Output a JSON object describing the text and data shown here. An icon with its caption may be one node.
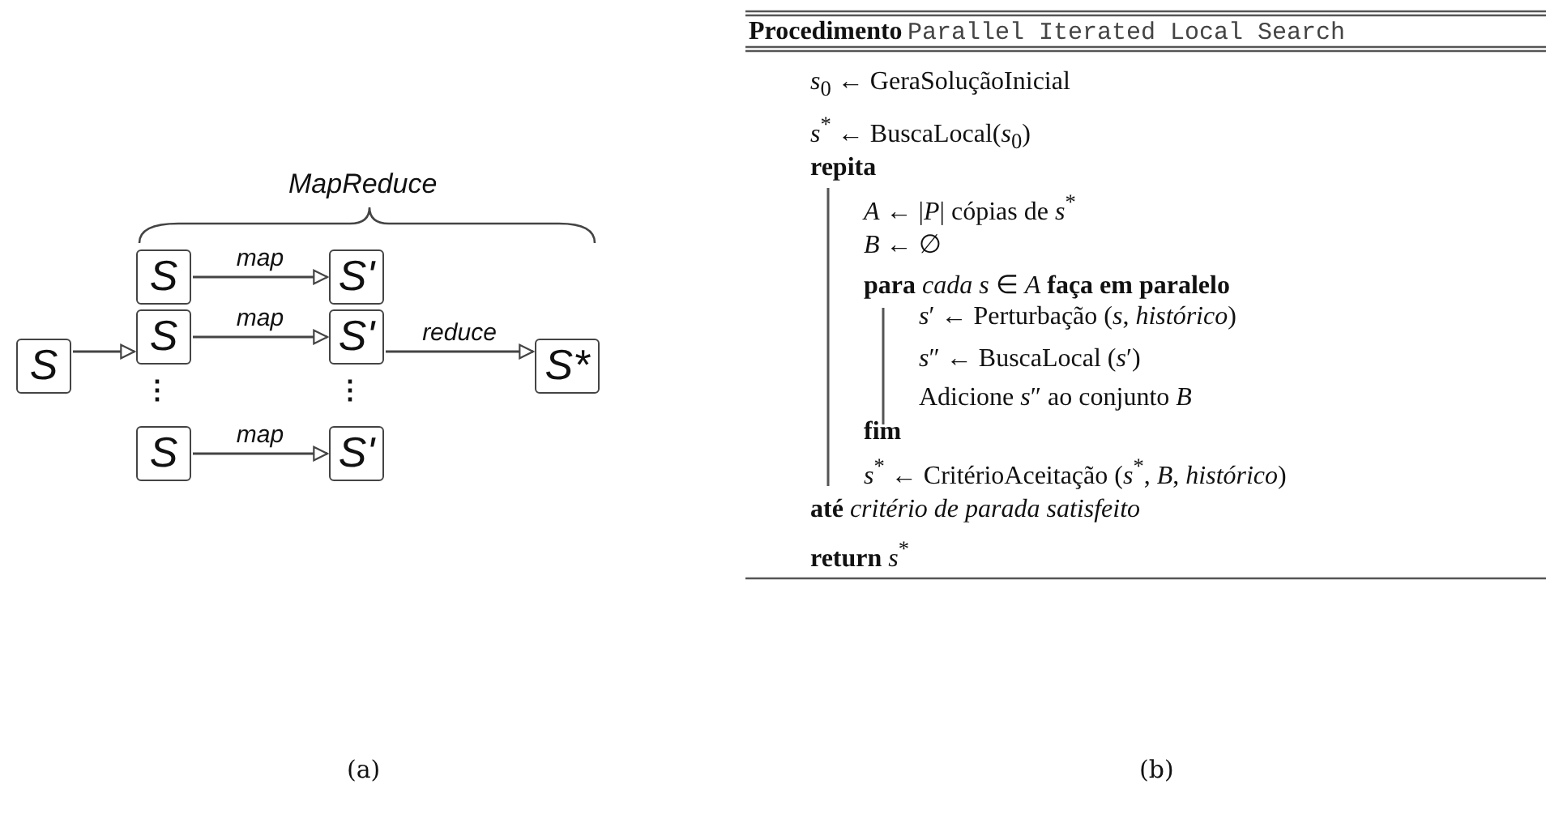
{
  "diagram": {
    "nodes": [
      {
        "text": [
          "S"
        ]
      },
      {
        "text": [
          "S"
        ]
      },
      {
        "text": [
          "S"
        ]
      },
      {
        "text": [
          "S"
        ]
      },
      {
        "text": [
          "S'"
        ]
      },
      {
        "text": [
          "S'"
        ]
      },
      {
        "text": [
          "S'"
        ]
      },
      {
        "text": [
          "S*"
        ]
      }
    ],
    "edges": [
      {
        "from": 0,
        "to": 2,
        "arrow": "to"
      },
      {
        "from": 1,
        "to": 4,
        "arrow": "to",
        "label": "map"
      },
      {
        "from": 2,
        "to": 5,
        "arrow": "to",
        "label": "map"
      },
      {
        "from": 3,
        "to": 6,
        "arrow": "to",
        "label": "map"
      },
      {
        "from": 5,
        "to": 7,
        "arrow": "to",
        "label": "reduce"
      }
    ],
    "labels": [
      "MapReduce",
      "⋮",
      "⋮",
      "(a)",
      "Procedimento",
      "Parallel Iterated Local Search",
      "*s*$_{0}$ ← GeraSoluçãoInicial",
      "*s*$^{*}$ ← BuscaLocal(*s*$_{0}$)",
      "repita",
      "*A* ← |*P*| cópias de *s*$^{*}$",
      "*B* ← ∅",
      "**para** *cada s* ∈ *A* **faça em paralelo**",
      "*s*′ ← Perturbação (*s*, *histórico*)",
      "*s*″ ← BuscaLocal (*s*′)",
      "Adicione *s*″ ao conjunto *B*",
      "fim",
      "*s*$^{*}$ ← CritérioAceitação (*s*$^{*}$, *B*, *histórico*)",
      "**até** *critério de parada satisfeito*",
      "**return** *s*$^{*}$",
      "(b)"
    ]
  }
}
